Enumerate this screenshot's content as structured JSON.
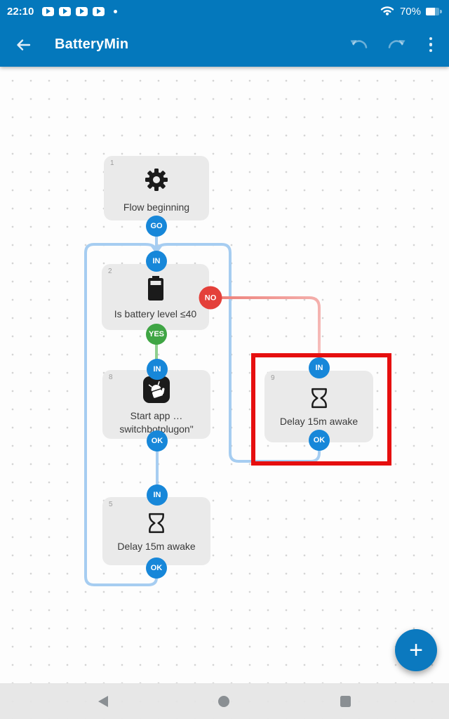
{
  "status_bar": {
    "time": "22:10",
    "battery_pct": "70%",
    "notification_icons": [
      "play",
      "play",
      "play",
      "play",
      "dot"
    ]
  },
  "app_bar": {
    "title": "BatteryMin",
    "actions": [
      "undo",
      "redo",
      "overflow-menu"
    ]
  },
  "canvas": {
    "nodes": [
      {
        "num": "1",
        "label": "Flow beginning",
        "icon": "gear-icon",
        "ports": {
          "out": "GO"
        }
      },
      {
        "num": "2",
        "label": "Is battery level ≤40",
        "icon": "battery-icon",
        "ports": {
          "in": "IN",
          "yes": "YES",
          "no": "NO"
        }
      },
      {
        "num": "8",
        "label_line1": "Start app …",
        "label_line2": "switchbotplugon\"",
        "icon": "android-icon",
        "ports": {
          "in": "IN",
          "out": "OK"
        }
      },
      {
        "num": "9",
        "label": "Delay 15m awake",
        "icon": "hourglass-icon",
        "ports": {
          "in": "IN",
          "out": "OK"
        },
        "highlighted": true
      },
      {
        "num": "5",
        "label": "Delay 15m awake",
        "icon": "hourglass-icon",
        "ports": {
          "in": "IN",
          "out": "OK"
        }
      }
    ],
    "fab_label": "+"
  },
  "nav_bar": {
    "buttons": [
      "back",
      "home",
      "recents"
    ]
  },
  "colors": {
    "primary_blue": "#0478bc",
    "badge_blue": "#1787d9",
    "badge_green": "#3fa544",
    "badge_red": "#e4403a",
    "connector_blue": "#a6cdf1",
    "connector_green": "#8ecf8e",
    "connector_red_start": "#ee837c",
    "connector_red_end": "#f6c0be",
    "highlight_red": "#e60f0f",
    "node_bg": "#eaeaea"
  }
}
